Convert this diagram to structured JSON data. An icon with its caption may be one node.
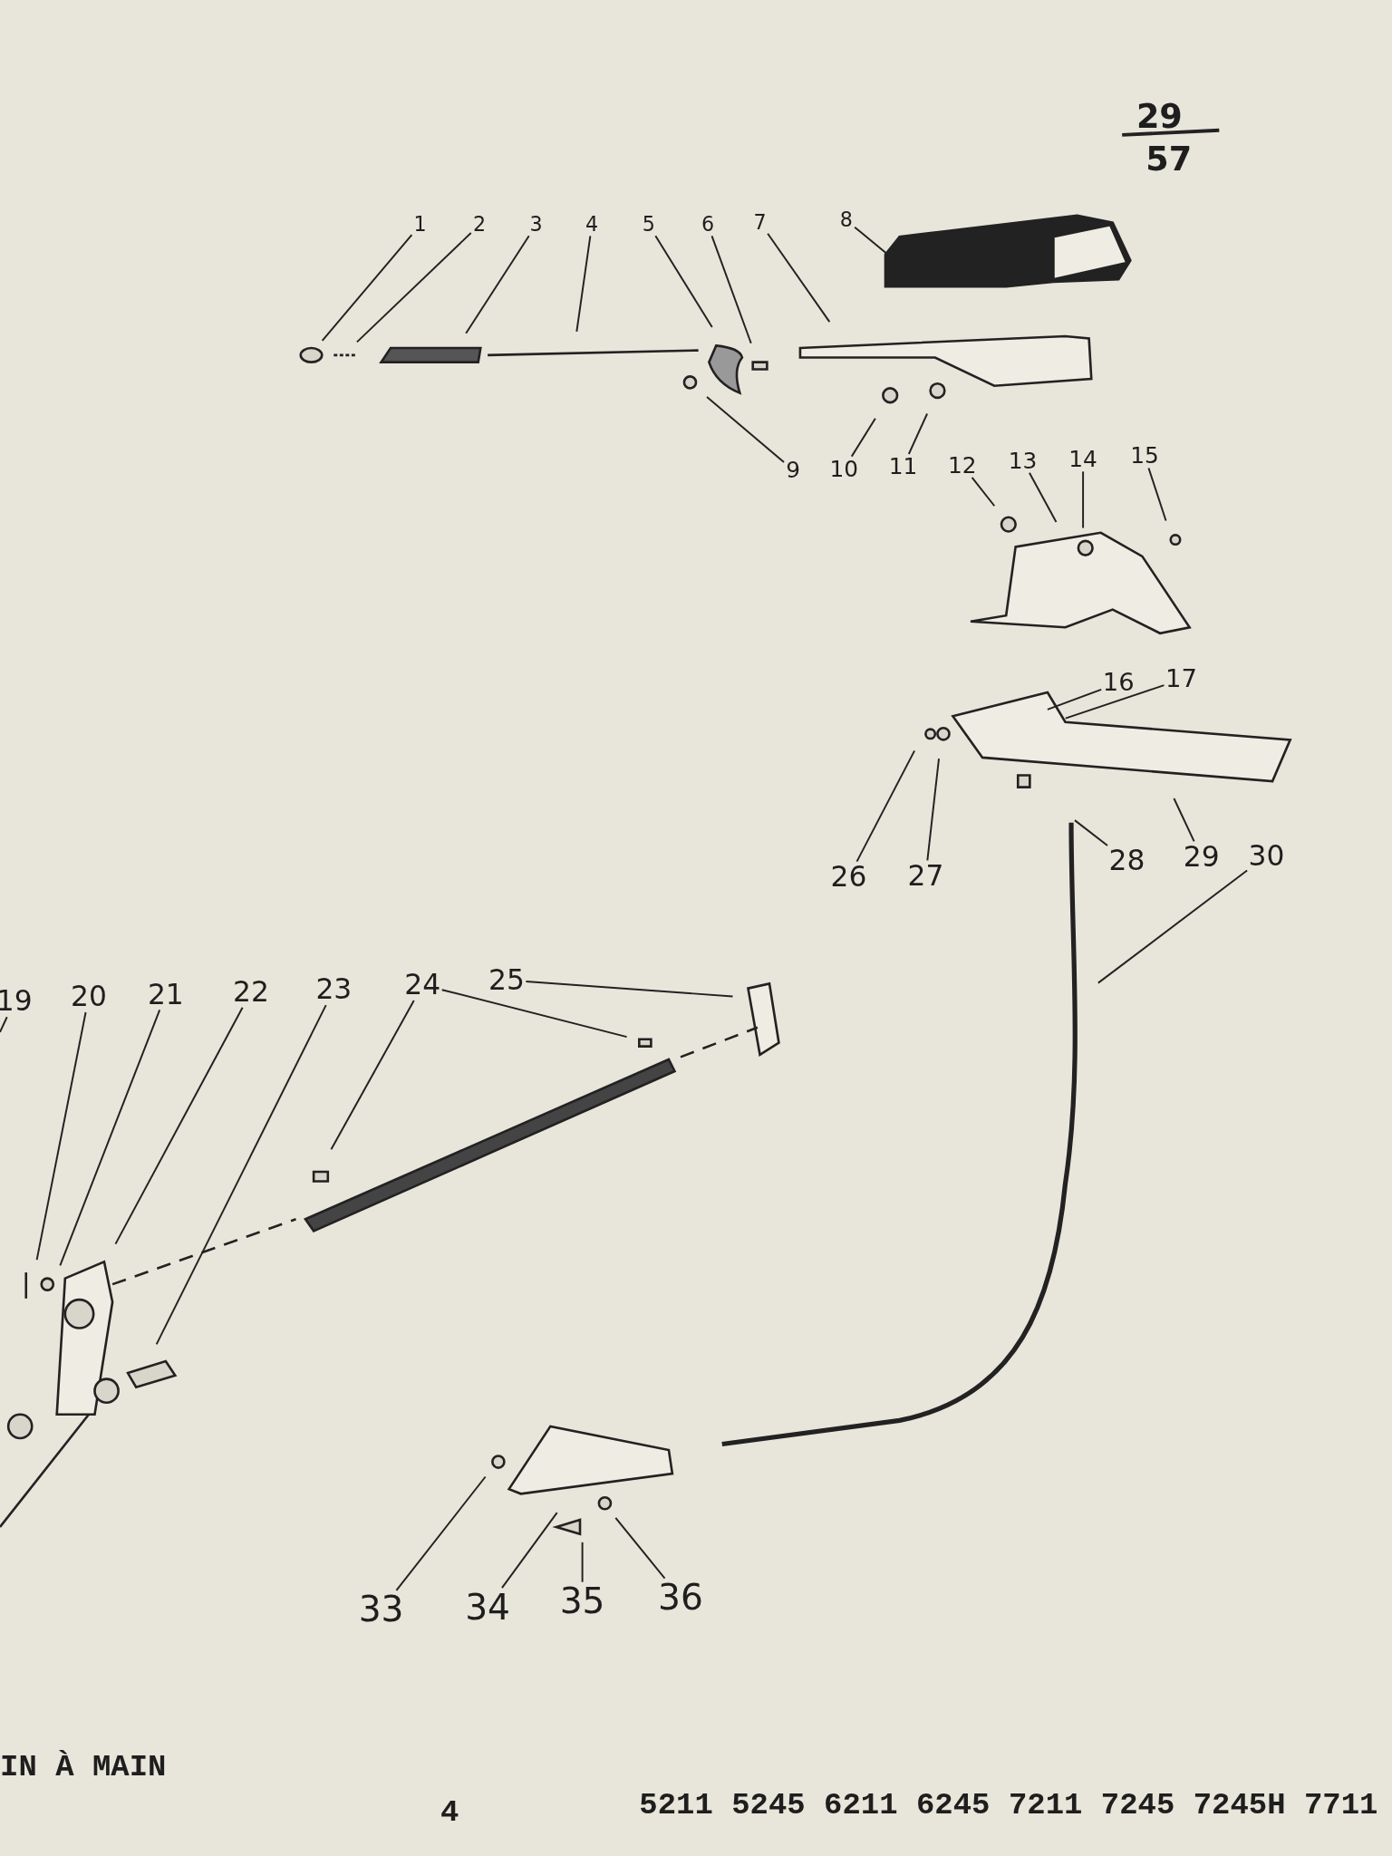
{
  "diagram": {
    "nodes": [
      {
        "text": [
          "1"
        ]
      },
      {
        "text": [
          "2"
        ]
      },
      {
        "text": [
          "3"
        ]
      },
      {
        "text": [
          "4"
        ]
      },
      {
        "text": [
          "5"
        ]
      },
      {
        "text": [
          "6"
        ]
      },
      {
        "text": [
          "7"
        ]
      },
      {
        "text": [
          "8"
        ]
      },
      {
        "text": [
          "9"
        ]
      },
      {
        "text": [
          "10"
        ]
      },
      {
        "text": [
          "11"
        ]
      },
      {
        "text": [
          "12"
        ]
      },
      {
        "text": [
          "13"
        ]
      },
      {
        "text": [
          "14"
        ]
      },
      {
        "text": [
          "15"
        ]
      },
      {
        "text": [
          "16"
        ]
      },
      {
        "text": [
          "17"
        ]
      },
      {
        "text": [
          "26"
        ]
      },
      {
        "text": [
          "27"
        ]
      },
      {
        "text": [
          "28"
        ]
      },
      {
        "text": [
          "29"
        ]
      },
      {
        "text": [
          "30"
        ]
      },
      {
        "text": [
          "19"
        ]
      },
      {
        "text": [
          "20"
        ]
      },
      {
        "text": [
          "21"
        ]
      },
      {
        "text": [
          "22"
        ]
      },
      {
        "text": [
          "23"
        ]
      },
      {
        "text": [
          "24"
        ]
      },
      {
        "text": [
          "25"
        ]
      },
      {
        "text": [
          "33"
        ]
      },
      {
        "text": [
          "34"
        ]
      },
      {
        "text": [
          "35"
        ]
      },
      {
        "text": [
          "36"
        ]
      }
    ],
    "edges": [
      {
        "from": 0,
        "to": null,
        "arrow": "none"
      },
      {
        "from": 1,
        "to": null,
        "arrow": "none"
      },
      {
        "from": 2,
        "to": null,
        "arrow": "none"
      },
      {
        "from": 3,
        "to": null,
        "arrow": "none"
      },
      {
        "from": 4,
        "to": null,
        "arrow": "none"
      },
      {
        "from": 5,
        "to": null,
        "arrow": "none"
      },
      {
        "from": 6,
        "to": null,
        "arrow": "none"
      },
      {
        "from": 7,
        "to": null,
        "arrow": "none"
      },
      {
        "from": 8,
        "to": null,
        "arrow": "none"
      },
      {
        "from": 9,
        "to": null,
        "arrow": "none"
      },
      {
        "from": 10,
        "to": null,
        "arrow": "none"
      },
      {
        "from": 11,
        "to": null,
        "arrow": "none"
      },
      {
        "from": 12,
        "to": null,
        "arrow": "none"
      },
      {
        "from": 13,
        "to": null,
        "arrow": "none"
      },
      {
        "from": 14,
        "to": null,
        "arrow": "none"
      },
      {
        "from": 15,
        "to": null,
        "arrow": "none"
      },
      {
        "from": 16,
        "to": null,
        "arrow": "none"
      },
      {
        "from": 17,
        "to": null,
        "arrow": "none"
      },
      {
        "from": 18,
        "to": null,
        "arrow": "none"
      },
      {
        "from": 19,
        "to": null,
        "arrow": "none"
      },
      {
        "from": 20,
        "to": null,
        "arrow": "none"
      },
      {
        "from": 21,
        "to": null,
        "arrow": "none"
      },
      {
        "from": 22,
        "to": null,
        "arrow": "none"
      },
      {
        "from": 23,
        "to": null,
        "arrow": "none"
      },
      {
        "from": 24,
        "to": null,
        "arrow": "none"
      },
      {
        "from": 25,
        "to": null,
        "arrow": "none"
      },
      {
        "from": 26,
        "to": null,
        "arrow": "none"
      },
      {
        "from": 27,
        "to": null,
        "arrow": "none"
      },
      {
        "from": 27,
        "to": null,
        "arrow": "none"
      },
      {
        "from": 28,
        "to": null,
        "arrow": "none"
      },
      {
        "from": 29,
        "to": null,
        "arrow": "none"
      },
      {
        "from": 30,
        "to": null,
        "arrow": "none"
      },
      {
        "from": 31,
        "to": null,
        "arrow": "none"
      },
      {
        "from": 32,
        "to": null,
        "arrow": "none"
      }
    ],
    "labels": [
      "29",
      "57",
      "IN À MAIN",
      "4",
      "5211 5245 6211 6245 7211 7245 7245H 7711"
    ]
  }
}
